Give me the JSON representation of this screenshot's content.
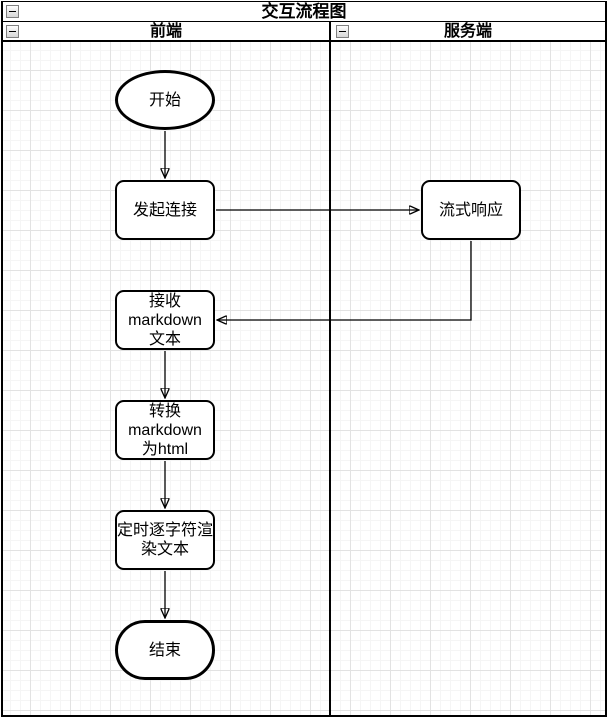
{
  "pool": {
    "title": "交互流程图",
    "lanes": [
      {
        "label": "前端"
      },
      {
        "label": "服务端"
      }
    ]
  },
  "nodes": {
    "start": {
      "shape": "ellipse",
      "lane": "前端",
      "label": "开始"
    },
    "connect": {
      "shape": "rounded-rect",
      "lane": "前端",
      "label": "发起连接"
    },
    "stream": {
      "shape": "rounded-rect",
      "lane": "服务端",
      "label": "流式响应"
    },
    "receive": {
      "shape": "rounded-rect",
      "lane": "前端",
      "lines": [
        "接收",
        "markdown",
        "文本"
      ]
    },
    "convert": {
      "shape": "rounded-rect",
      "lane": "前端",
      "lines": [
        "转换",
        "markdown",
        "为html"
      ]
    },
    "render": {
      "shape": "rounded-rect",
      "lane": "前端",
      "lines": [
        "定时逐字符渲",
        "染文本"
      ]
    },
    "end": {
      "shape": "terminator",
      "lane": "前端",
      "label": "结束"
    }
  },
  "edges": [
    {
      "from": "start",
      "to": "connect"
    },
    {
      "from": "connect",
      "to": "stream"
    },
    {
      "from": "stream",
      "to": "receive"
    },
    {
      "from": "receive",
      "to": "convert"
    },
    {
      "from": "convert",
      "to": "render"
    },
    {
      "from": "render",
      "to": "end"
    }
  ],
  "colors": {
    "shape_fill": "#ffffff",
    "shape_stroke": "#000000",
    "text": "#000000",
    "grid_minor": "#f5f5f5",
    "grid_major": "#e2e2e2"
  }
}
